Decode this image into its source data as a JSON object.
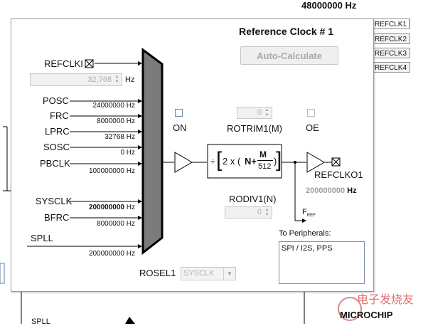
{
  "header": {
    "frequency": "48000000 Hz"
  },
  "tabs": [
    {
      "label": "REFCLK1",
      "active": true
    },
    {
      "label": "REFCLK2",
      "active": false
    },
    {
      "label": "REFCLK3",
      "active": false
    },
    {
      "label": "REFCLK4",
      "active": false
    }
  ],
  "panel": {
    "title": "Reference Clock # 1",
    "auto_calc_label": "Auto-Calculate"
  },
  "inputs": {
    "refclki": {
      "label": "REFCLKI",
      "value": "32,768",
      "unit": "Hz"
    },
    "posc": {
      "label": "POSC",
      "freq": "24000000 Hz"
    },
    "frc": {
      "label": "FRC",
      "freq": "8000000 Hz"
    },
    "lprc": {
      "label": "LPRC",
      "freq": "32768 Hz"
    },
    "sosc": {
      "label": "SOSC",
      "freq": "0 Hz"
    },
    "pbclk": {
      "label": "PBCLK",
      "freq": "100000000 Hz"
    },
    "sysclk": {
      "label": "SYSCLK",
      "freq_bold": "200000000",
      "freq_unit": " Hz"
    },
    "bfrc": {
      "label": "BFRC",
      "freq": "8000000 Hz"
    },
    "spll": {
      "label": "SPLL",
      "freq": "200000000 Hz"
    }
  },
  "controls": {
    "on_label": "ON",
    "rotrim_label": "ROTRIM1(M)",
    "rotrim_value": "0",
    "rodiv_label": "RODIV1(N)",
    "rodiv_value": "0",
    "oe_label": "OE",
    "refclko_label": "REFCLKO1",
    "out_freq_value": "200000000",
    "out_freq_unit": "Hz",
    "fref_label": "F",
    "fref_sub": "REF",
    "rosel_label": "ROSEL1",
    "rosel_value": "SYSCLK"
  },
  "formula": {
    "div": "÷",
    "two_x": "2 x (",
    "n_plus": "N+",
    "m": "M",
    "den": "512",
    "close": ")"
  },
  "peripherals": {
    "label": "To Peripherals:",
    "text": "SPI / I2S, PPS"
  },
  "background": {
    "spll_label": "SPLL"
  }
}
